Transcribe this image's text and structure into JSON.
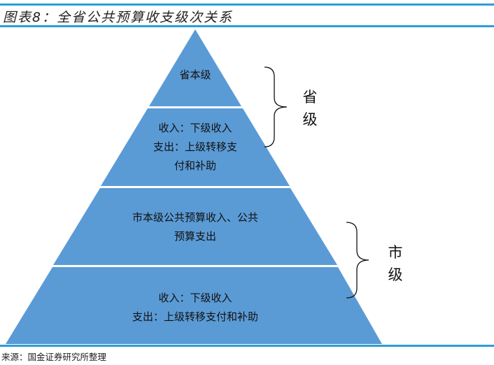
{
  "title": "图表8：全省公共预算收支级次关系",
  "source": "来源：国金证券研究所整理",
  "colors": {
    "fill": "#5b9bd5",
    "accent_line": "#2a9fd6"
  },
  "layers": [
    {
      "lines": [
        "省本级"
      ]
    },
    {
      "lines": [
        "收入：下级收入",
        "支出：上级转移支",
        "付和补助"
      ]
    },
    {
      "lines": [
        "市本级公共预算收入、公共",
        "预算支出"
      ]
    },
    {
      "lines": [
        "收入：下级收入",
        "支出：上级转移支付和补助"
      ]
    }
  ],
  "groups": [
    {
      "label_lines": [
        "省",
        "级"
      ]
    },
    {
      "label_lines": [
        "市",
        "级"
      ]
    }
  ]
}
